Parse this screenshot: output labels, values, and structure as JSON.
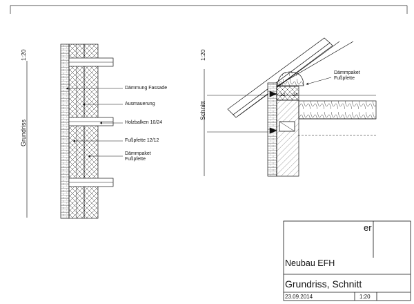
{
  "floor_plan": {
    "view_label": "Grundriss",
    "scale_label": "1:20",
    "callouts": [
      {
        "text": "Dämmung Fassade"
      },
      {
        "text": "Ausmauerung"
      },
      {
        "text": "Holzbalken 10/24"
      },
      {
        "text": "Fußpfette 12/12"
      },
      {
        "text": "Dämmpaket\nFußpfette"
      }
    ]
  },
  "section": {
    "view_label": "Schnitt",
    "scale_label": "1:20",
    "callout": {
      "text": "Dämmpaket\nFußpfette"
    },
    "dim_left": "12",
    "dim_right": "24"
  },
  "title_block": {
    "top_text": "er",
    "project": "Neubau EFH",
    "drawing_title": "Grundriss, Schnitt",
    "date": "23.09.2014",
    "scale": "1:20"
  }
}
